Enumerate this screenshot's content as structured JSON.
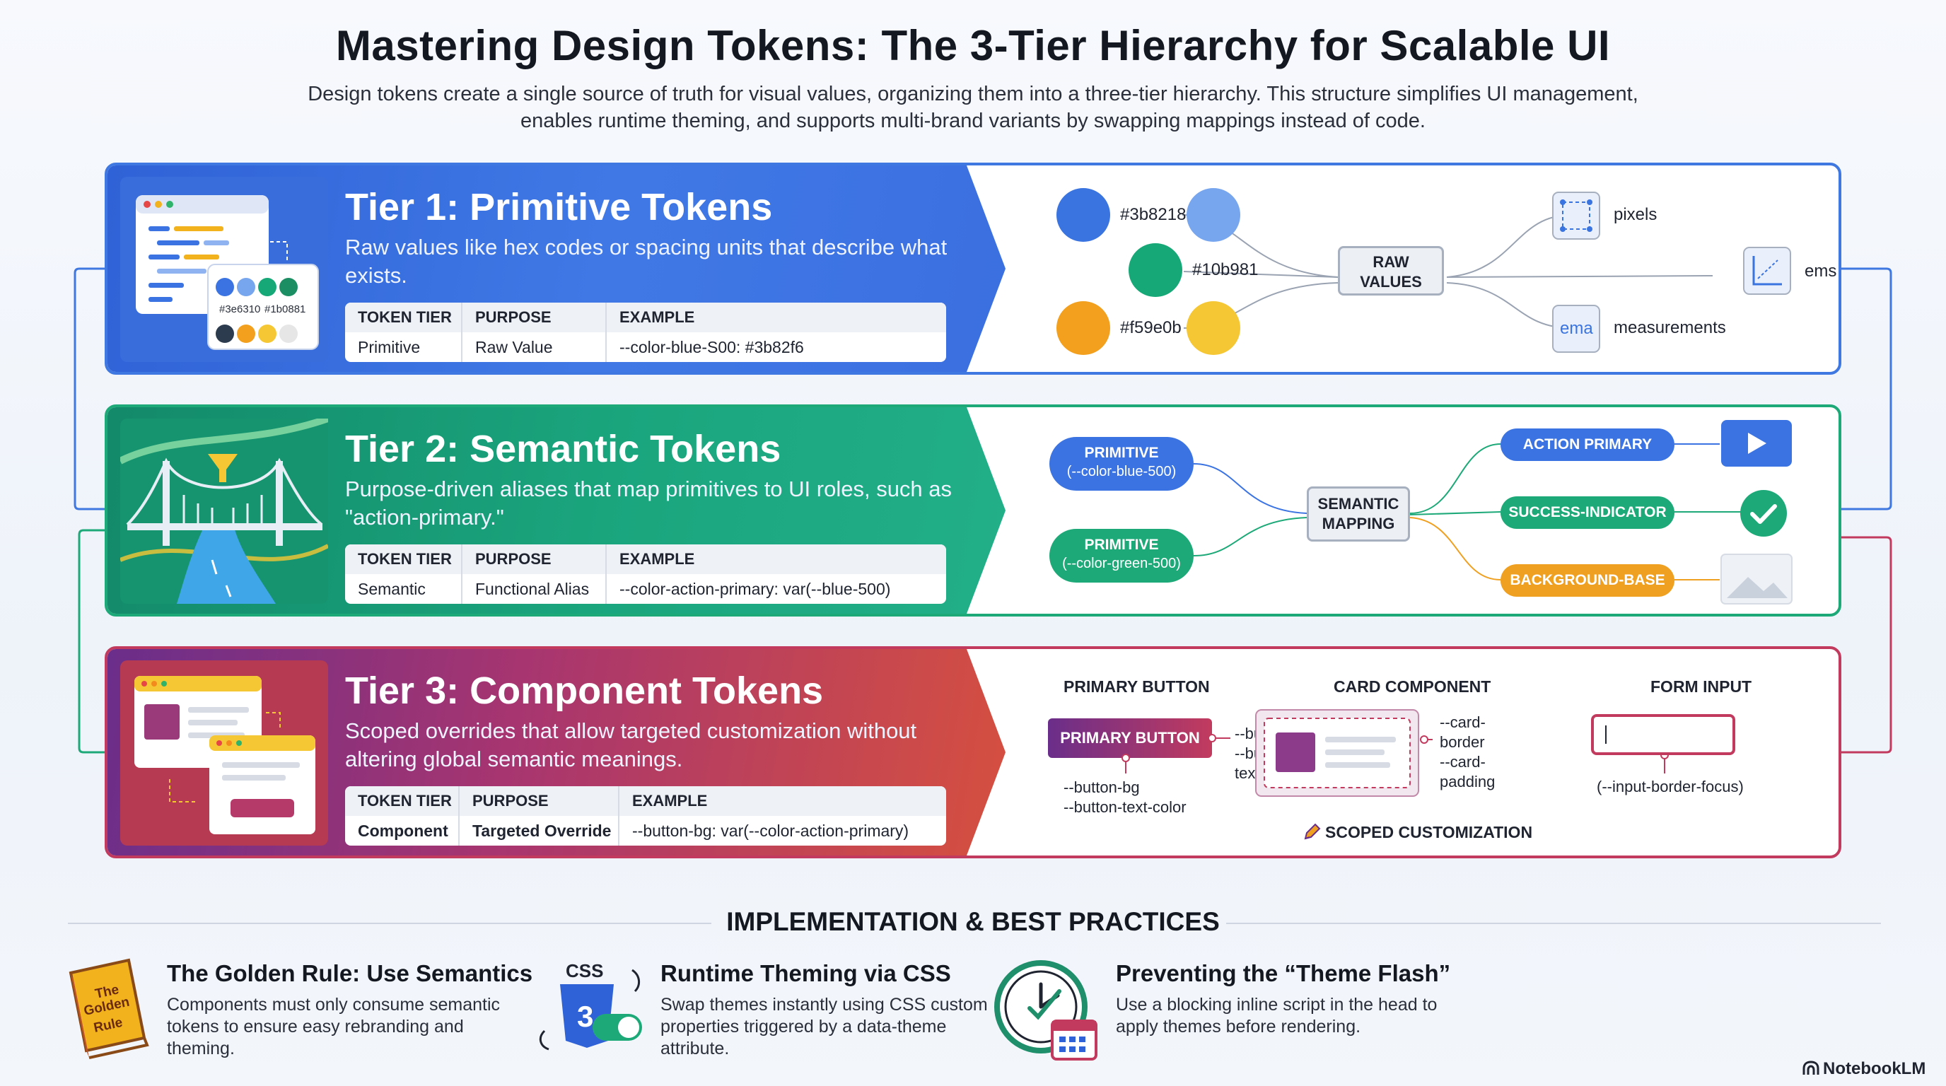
{
  "header": {
    "title": "Mastering Design Tokens: The 3-Tier Hierarchy for Scalable UI",
    "subtitle": "Design tokens create a single source of truth for visual values, organizing them into a three-tier hierarchy. This structure simplifies UI management, enables runtime theming, and supports multi-brand variants by swapping mappings instead of code."
  },
  "table_headers": {
    "tier": "TOKEN TIER",
    "purpose": "PURPOSE",
    "example": "EXAMPLE"
  },
  "tiers": [
    {
      "title": "Tier 1: Primitive Tokens",
      "description": "Raw values like hex codes or spacing units that describe what exists.",
      "row": {
        "tier": "Primitive",
        "purpose": "Raw Value",
        "example": "--color-blue-S00: #3b82f6"
      },
      "illustration": {
        "swatch_label_a": "#3e6310",
        "swatch_label_b": "#1b0881"
      },
      "diagram": {
        "hub": "RAW VALUES",
        "colors": [
          {
            "label": "#3b8218",
            "dark": "#3a74e0",
            "light": "#78a6ee"
          },
          {
            "label": "#10b981",
            "dark": "#17a877",
            "light": "#17a877"
          },
          {
            "label": "#f59e0b",
            "dark": "#f2a01e",
            "light": "#f6c734"
          }
        ],
        "units": [
          "pixels",
          "ems",
          "measurements"
        ],
        "unit_icon_text": "ema"
      }
    },
    {
      "title": "Tier 2: Semantic Tokens",
      "description": "Purpose-driven aliases that map primitives to UI roles, such as \"action-primary.\"",
      "row": {
        "tier": "Semantic",
        "purpose": "Functional Alias",
        "example": "--color-action-primary: var(--blue-500)"
      },
      "diagram": {
        "hub_line1": "SEMANTIC",
        "hub_line2": "MAPPING",
        "primitives": [
          {
            "line1": "PRIMITIVE",
            "line2": "(--color-blue-500)",
            "color": "#3b74e2"
          },
          {
            "line1": "PRIMITIVE",
            "line2": "(--color-green-500)",
            "color": "#1ea979"
          }
        ],
        "roles": [
          {
            "label": "ACTION PRIMARY",
            "color": "#3b74e2"
          },
          {
            "label": "SUCCESS-INDICATOR",
            "color": "#1ea979"
          },
          {
            "label": "BACKGROUND-BASE",
            "color": "#f0a020"
          }
        ]
      }
    },
    {
      "title": "Tier 3: Component Tokens",
      "description": "Scoped overrides that allow targeted customization without altering global semantic meanings.",
      "row": {
        "tier": "Component",
        "purpose": "Targeted Override",
        "example": "--button-bg: var(--color-action-primary)"
      },
      "diagram": {
        "primary_button": {
          "heading": "PRIMARY BUTTON",
          "button_label": "PRIMARY BUTTON",
          "right_tokens": [
            "--button-bg",
            "--button-",
            "text-color"
          ],
          "below_tokens": [
            "--button-bg",
            "--button-text-color"
          ]
        },
        "card": {
          "heading": "CARD COMPONENT",
          "right_tokens": [
            "--card-",
            "border",
            "--card-",
            "padding"
          ]
        },
        "form": {
          "heading": "FORM INPUT",
          "token": "(--input-border-focus)"
        },
        "footer": "SCOPED CUSTOMIZATION"
      }
    }
  ],
  "best_practices": {
    "heading": "IMPLEMENTATION & BEST PRACTICES",
    "items": [
      {
        "title": "The Golden Rule: Use Semantics",
        "text": "Components must only consume semantic tokens to ensure easy rebranding and theming.",
        "icon": "book-icon",
        "icon_text": [
          "The",
          "Golden",
          "Rule"
        ]
      },
      {
        "title": "Runtime Theming via CSS",
        "text": "Swap themes instantly using CSS custom properties triggered by a data-theme attribute.",
        "icon": "css-icon",
        "icon_text": [
          "CSS",
          "3"
        ]
      },
      {
        "title": "Preventing the “Theme Flash”",
        "text": "Use a blocking inline script in the head to apply themes before rendering.",
        "icon": "clock-calendar-icon"
      }
    ]
  },
  "brand": "NotebookLM",
  "colors": {
    "tier1": "#3f78e0",
    "tier2": "#1ea979",
    "tier3": "#c23b5e",
    "orange": "#f0a020"
  }
}
